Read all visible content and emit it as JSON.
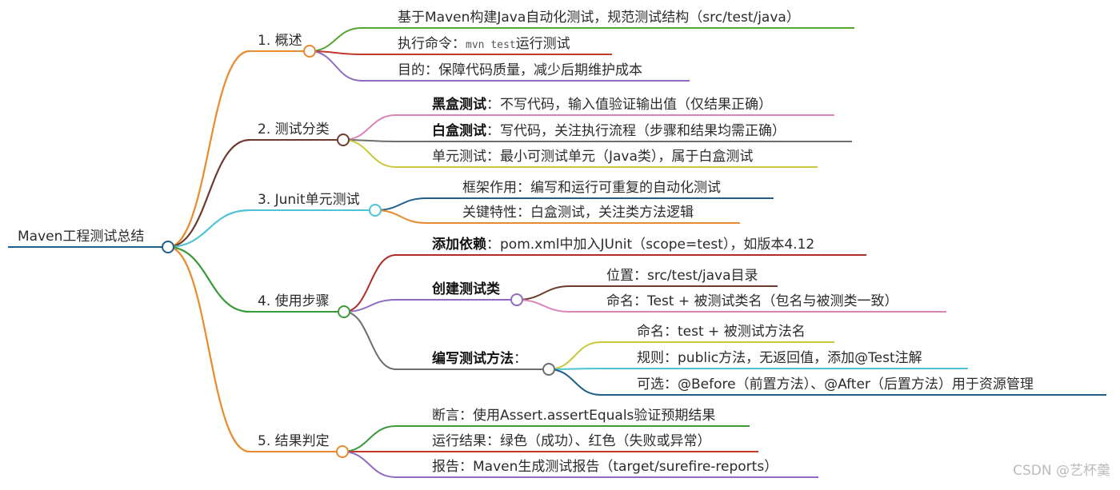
{
  "root": {
    "label": "Maven工程测试总结",
    "color": "#1f5f8b"
  },
  "branches": [
    {
      "label": "1. 概述",
      "color": "#e98a2e",
      "children": [
        {
          "segments": [
            {
              "text": "基于Maven构建Java自动化测试，规范测试结构（src/test/java）"
            }
          ],
          "color": "#55a630"
        },
        {
          "segments": [
            {
              "text": "执行命令："
            },
            {
              "text": "mvn test",
              "style": "code"
            },
            {
              "text": "运行测试"
            }
          ],
          "color": "#c0392b"
        },
        {
          "segments": [
            {
              "text": "目的：保障代码质量，减少后期维护成本"
            }
          ],
          "color": "#8e6bbf"
        }
      ]
    },
    {
      "label": "2. 测试分类",
      "color": "#6d3b2e",
      "children": [
        {
          "segments": [
            {
              "text": "黑盒测试",
              "style": "bold"
            },
            {
              "text": "：不写代码，输入值验证输出值（仅结果正确）"
            }
          ],
          "color": "#d984b9"
        },
        {
          "segments": [
            {
              "text": "白盒测试",
              "style": "bold"
            },
            {
              "text": "：写代码，关注执行流程（步骤和结果均需正确）"
            }
          ],
          "color": "#6d6d6d"
        },
        {
          "segments": [
            {
              "text": "单元测试：最小可测试单元（Java类），属于白盒测试"
            }
          ],
          "color": "#c8c83a"
        }
      ]
    },
    {
      "label": "3. Junit单元测试",
      "color": "#4fc3d6",
      "children": [
        {
          "segments": [
            {
              "text": "框架作用：编写和运行可重复的自动化测试"
            }
          ],
          "color": "#1f5f8b"
        },
        {
          "segments": [
            {
              "text": "关键特性：白盒测试，关注类方法逻辑"
            }
          ],
          "color": "#e98a2e"
        }
      ]
    },
    {
      "label": "4. 使用步骤",
      "color": "#3a9a3a",
      "children": [
        {
          "segments": [
            {
              "text": "添加依赖",
              "style": "bold"
            },
            {
              "text": "：pom.xml中加入JUnit（scope=test），如版本4.12"
            }
          ],
          "color": "#b02a2a"
        },
        {
          "segments": [
            {
              "text": "创建测试类",
              "style": "bold"
            }
          ],
          "color": "#8e6bbf",
          "children": [
            {
              "segments": [
                {
                  "text": "位置：src/test/java目录"
                }
              ],
              "color": "#6d3b2e"
            },
            {
              "segments": [
                {
                  "text": "命名：Test + 被测试类名（包名与被测类一致）"
                }
              ],
              "color": "#d984b9"
            }
          ]
        },
        {
          "segments": [
            {
              "text": "编写测试方法",
              "style": "bold"
            },
            {
              "text": "："
            }
          ],
          "color": "#6d6d6d",
          "children": [
            {
              "segments": [
                {
                  "text": "命名：test + 被测试方法名"
                }
              ],
              "color": "#c8c83a"
            },
            {
              "segments": [
                {
                  "text": "规则：public方法，无返回值，添加@Test注解"
                }
              ],
              "color": "#4fc3d6"
            },
            {
              "segments": [
                {
                  "text": "可选：@Before（前置方法）、@After（后置方法）用于资源管理"
                }
              ],
              "color": "#1f5f8b"
            }
          ]
        }
      ]
    },
    {
      "label": "5. 结果判定",
      "color": "#e98a2e",
      "children": [
        {
          "segments": [
            {
              "text": "断言：使用Assert.assertEquals验证预期结果"
            }
          ],
          "color": "#3a9a3a"
        },
        {
          "segments": [
            {
              "text": "运行结果：绿色（成功）、红色（失败或异常）"
            }
          ],
          "color": "#c0392b"
        },
        {
          "segments": [
            {
              "text": "报告：Maven生成测试报告（target/surefire-reports）"
            }
          ],
          "color": "#8e6bbf"
        }
      ]
    }
  ],
  "watermark": "CSDN @艺杯羹"
}
